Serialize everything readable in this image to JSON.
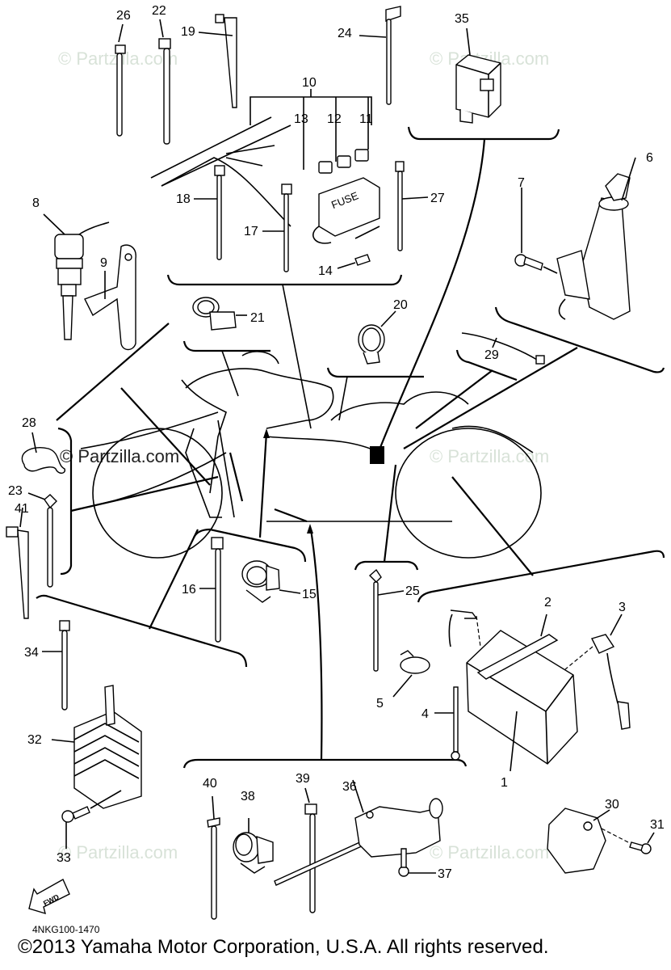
{
  "diagram": {
    "title": "Electrical parts diagram",
    "drawing_code": "4NKG100-1470",
    "copyright": "©2013  Yamaha Motor Corporation, U.S.A. All rights reserved.",
    "watermark": "© Partzilla.com",
    "direction_marker": "FWD",
    "fuse_box_text": "FUSE",
    "callouts": {
      "c1": "1",
      "c2": "2",
      "c3": "3",
      "c4": "4",
      "c5": "5",
      "c6": "6",
      "c7": "7",
      "c8": "8",
      "c9": "9",
      "c10": "10",
      "c11": "11",
      "c12": "12",
      "c13": "13",
      "c14": "14",
      "c15": "15",
      "c16": "16",
      "c17": "17",
      "c18": "18",
      "c19": "19",
      "c20": "20",
      "c21": "21",
      "c22": "22",
      "c23": "23",
      "c24": "24",
      "c25": "25",
      "c26": "26",
      "c27": "27",
      "c28": "28",
      "c29": "29",
      "c30": "30",
      "c31": "31",
      "c32": "32",
      "c33": "33",
      "c34": "34",
      "c35": "35",
      "c36": "36",
      "c37": "37",
      "c38": "38",
      "c39": "39",
      "c40": "40",
      "c41": "41"
    }
  }
}
